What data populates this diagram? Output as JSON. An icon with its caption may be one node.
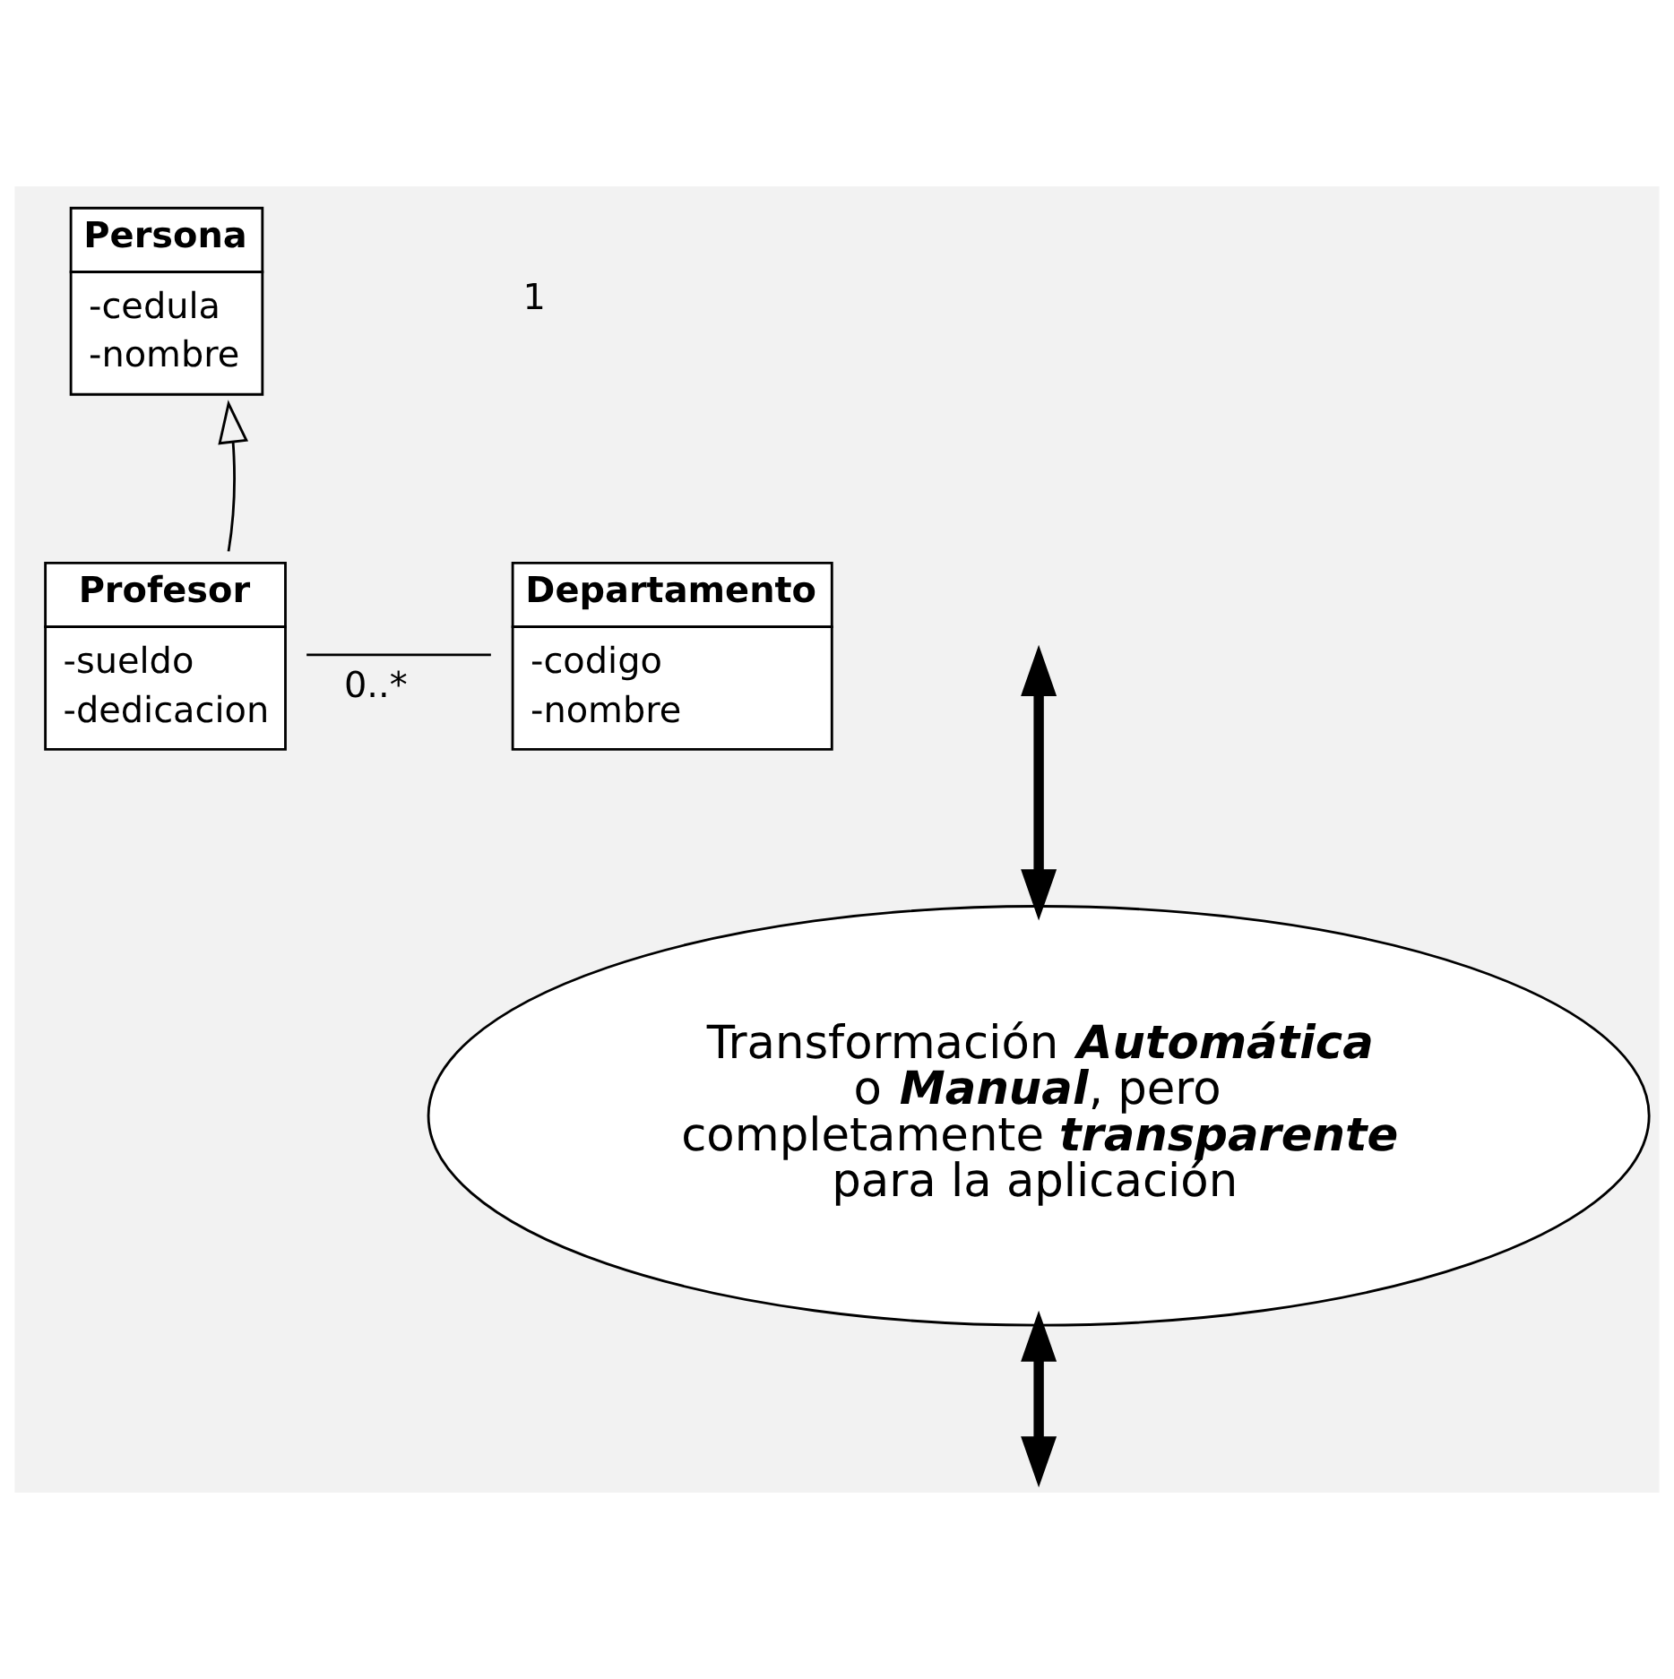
{
  "diagram": {
    "nodes": [
      {
        "text": [
          "Persona",
          "-cedula",
          "-nombre"
        ]
      },
      {
        "text": [
          "Profesor",
          "-sueldo",
          "-dedicacion"
        ]
      },
      {
        "text": [
          "Departamento",
          "-codigo",
          "-nombre"
        ]
      },
      {
        "text": [
          "Transformación **Automática** o **Manual**, pero completamente **transparente** para la aplicación"
        ]
      }
    ],
    "edges": [
      {
        "from": 1,
        "to": 0,
        "arrow": "to"
      },
      {
        "from": 1,
        "to": 2,
        "arrow": "none",
        "label": "0..*"
      },
      {
        "from": null,
        "to": 3,
        "arrow": "both",
        "style": "thick"
      },
      {
        "from": 3,
        "to": null,
        "arrow": "both",
        "style": "thick"
      }
    ],
    "labels": [
      "1"
    ]
  }
}
